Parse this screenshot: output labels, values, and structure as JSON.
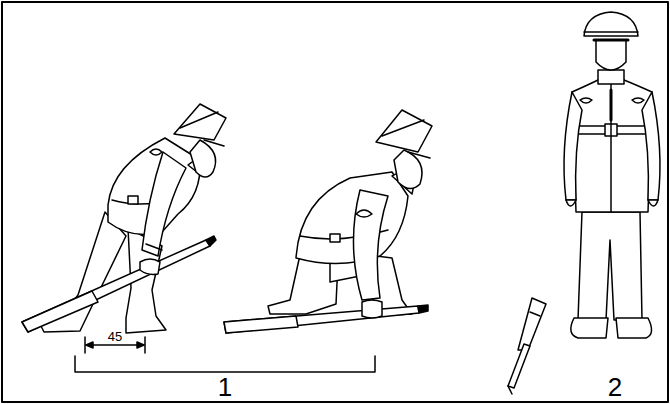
{
  "diagram": {
    "labels": [
      "45",
      "1",
      "2"
    ]
  }
}
